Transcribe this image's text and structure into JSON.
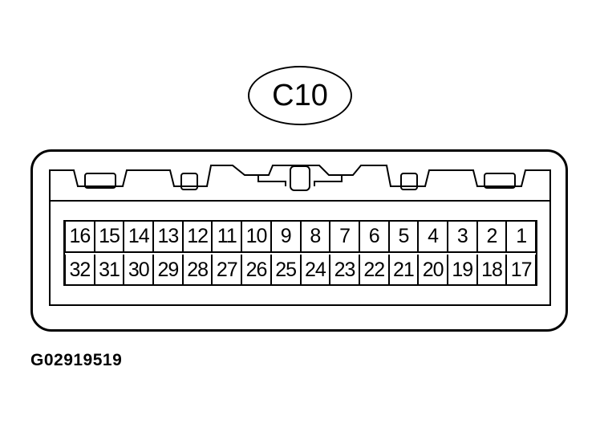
{
  "connector": {
    "label": "C10",
    "pins_top": [
      "16",
      "15",
      "14",
      "13",
      "12",
      "11",
      "10",
      "9",
      "8",
      "7",
      "6",
      "5",
      "4",
      "3",
      "2",
      "1"
    ],
    "pins_bottom": [
      "32",
      "31",
      "30",
      "29",
      "28",
      "27",
      "26",
      "25",
      "24",
      "23",
      "22",
      "21",
      "20",
      "19",
      "18",
      "17"
    ]
  },
  "figure_code": "G02919519"
}
